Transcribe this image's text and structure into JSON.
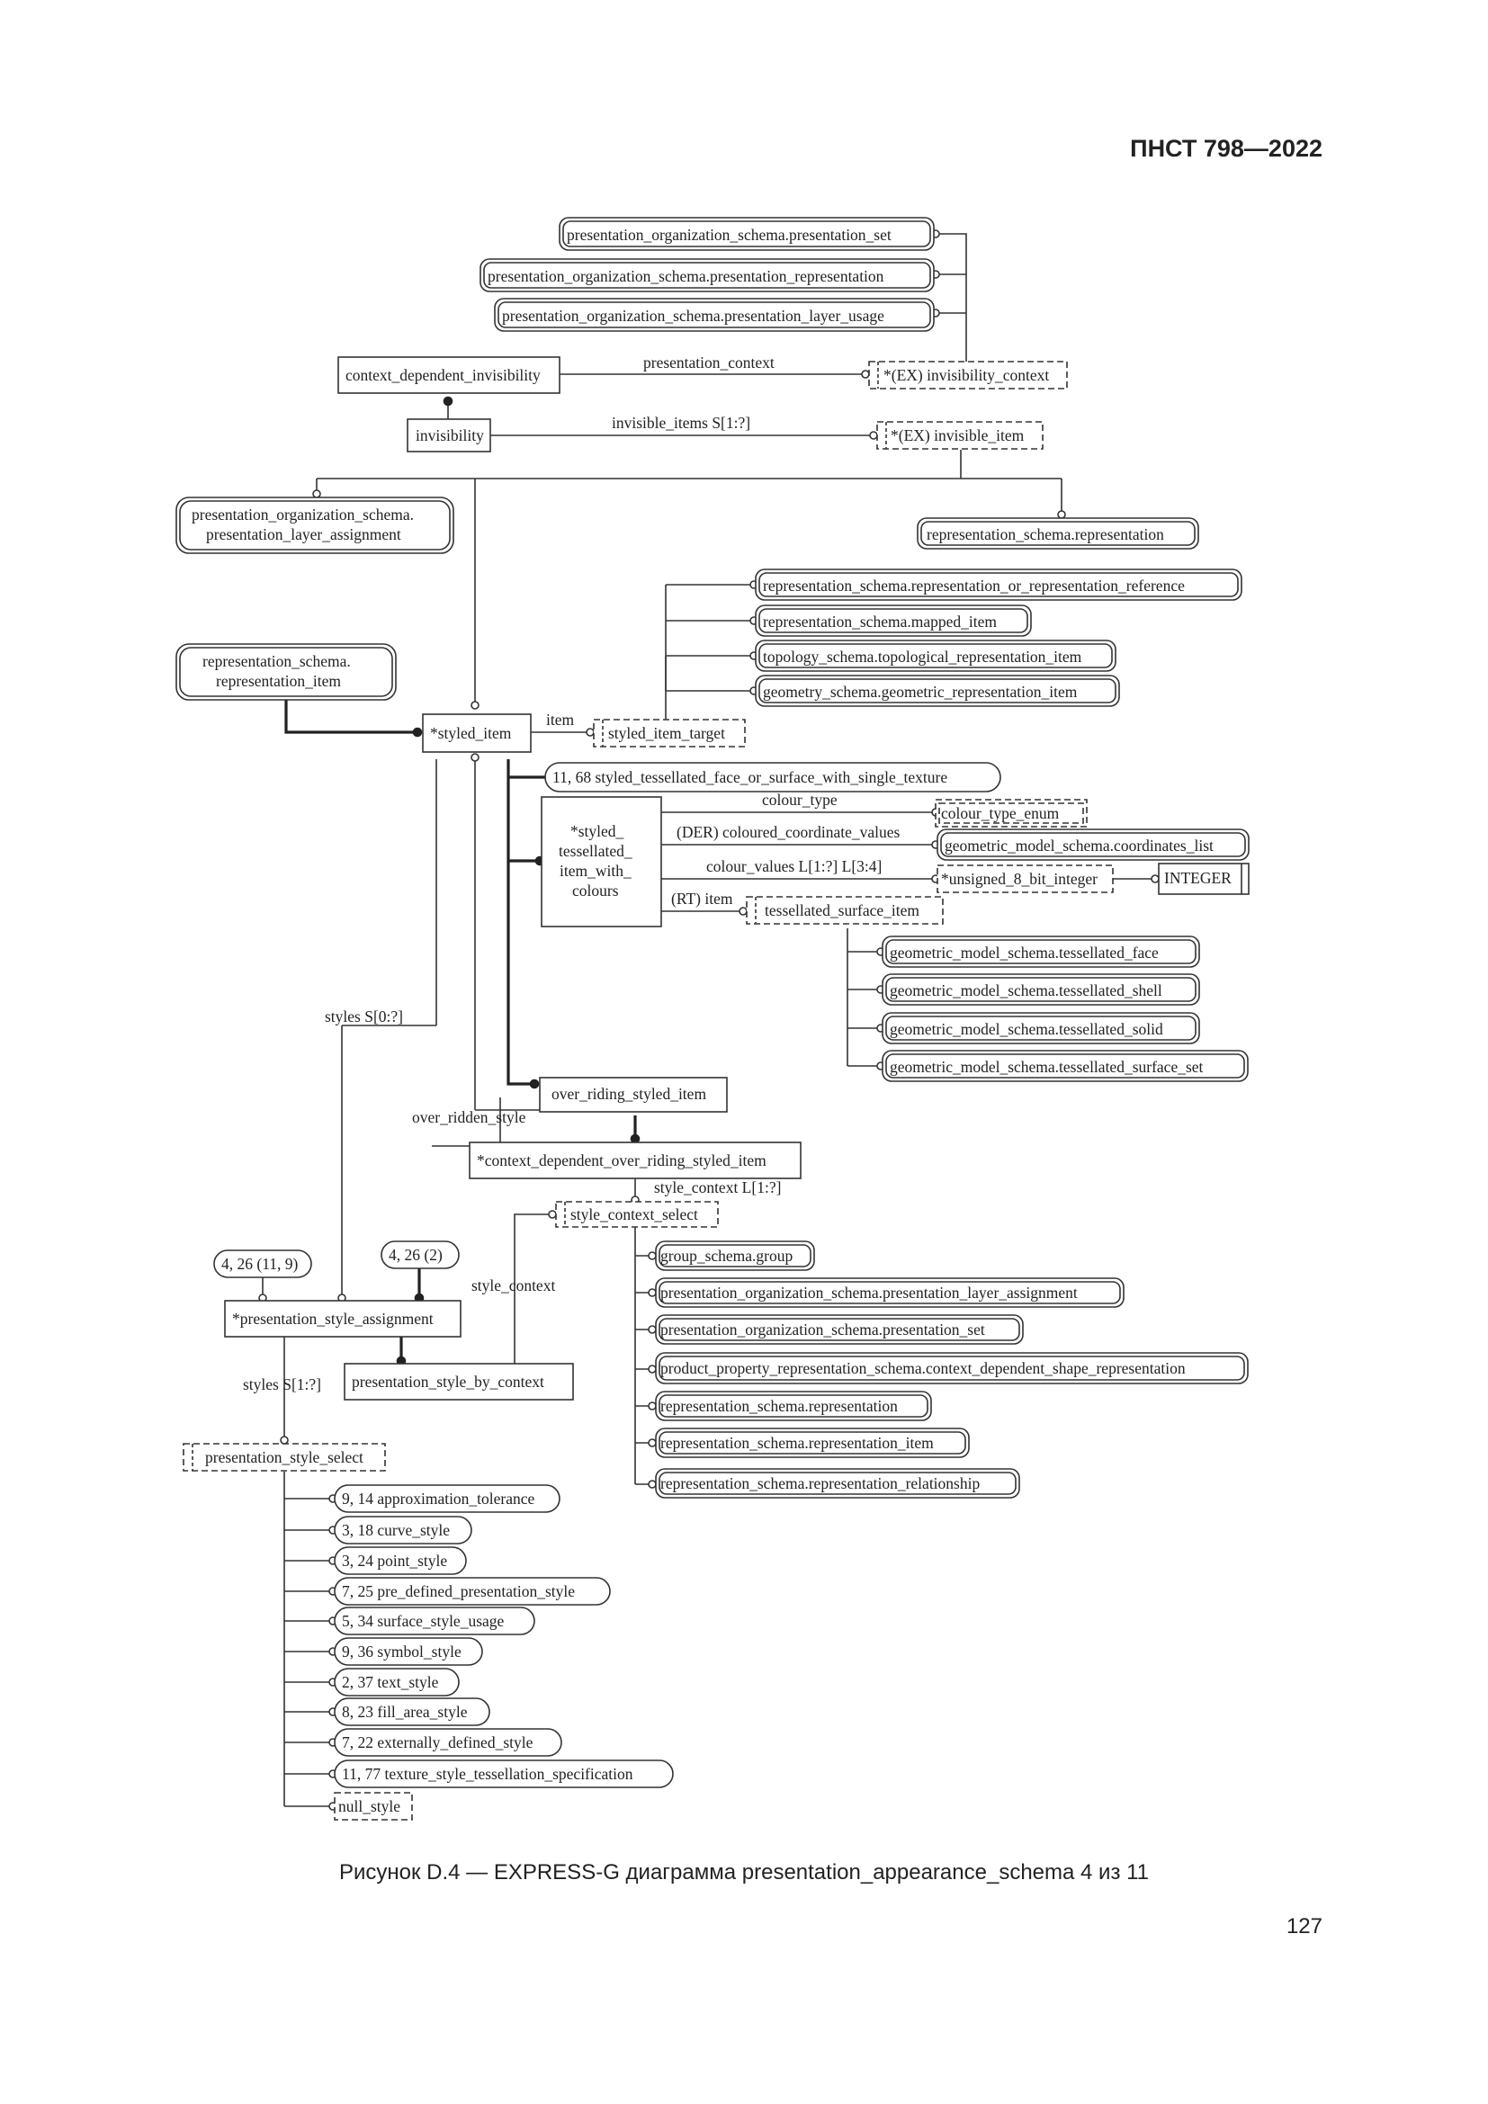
{
  "page": {
    "header": "ПНСТ 798—2022",
    "caption": "Рисунок D.4 — EXPRESS-G диаграмма presentation_appearance_schema 4 из 11",
    "page_number": "127"
  },
  "entities": {
    "context_dependent_invisibility": "context_dependent_invisibility",
    "invisibility": "invisibility",
    "styled_item": "*styled_item",
    "styled_tessellated_1": "*styled_",
    "styled_tessellated_2": "tessellated_",
    "styled_tessellated_3": "item_with_",
    "styled_tessellated_4": "colours",
    "over_riding_styled_item": "over_riding_styled_item",
    "context_dependent_over_riding_styled_item": "*context_dependent_over_riding_styled_item",
    "presentation_style_assignment": "*presentation_style_assignment",
    "presentation_style_by_context": "presentation_style_by_context"
  },
  "selects": {
    "invisibility_context": "*(EX) invisibility_context",
    "invisible_item": "*(EX) invisible_item",
    "styled_item_target": "styled_item_target",
    "colour_type_enum": "colour_type_enum",
    "unsigned_8_bit_integer": "*unsigned_8_bit_integer",
    "tessellated_surface_item": "tessellated_surface_item",
    "style_context_select": "style_context_select",
    "presentation_style_select": "presentation_style_select",
    "null_style": "null_style"
  },
  "schema_refs": {
    "pos_presentation_set": "presentation_organization_schema.presentation_set",
    "pos_presentation_representation": "presentation_organization_schema.presentation_representation",
    "pos_presentation_layer_usage": "presentation_organization_schema.presentation_layer_usage",
    "pos_layer_assignment_1": "presentation_organization_schema.",
    "pos_layer_assignment_2": "presentation_layer_assignment",
    "rs_representation": "representation_schema.representation",
    "rs_rep_or_rep_ref": "representation_schema.representation_or_representation_reference",
    "rs_mapped_item": "representation_schema.mapped_item",
    "ts_topological_item": "topology_schema.topological_representation_item",
    "gs_geometric_item": "geometry_schema.geometric_representation_item",
    "rs_rep_item_1": "representation_schema.",
    "rs_rep_item_2": "representation_item",
    "gms_coordinates_list": "geometric_model_schema.coordinates_list",
    "integer": "INTEGER",
    "gms_tessellated_face": "geometric_model_schema.tessellated_face",
    "gms_tessellated_shell": "geometric_model_schema.tessellated_shell",
    "gms_tessellated_solid": "geometric_model_schema.tessellated_solid",
    "gms_tessellated_surface_set": "geometric_model_schema.tessellated_surface_set",
    "group_schema_group": "group_schema.group",
    "pos_layer_assignment_full": "presentation_organization_schema.presentation_layer_assignment",
    "pos_presentation_set_2": "presentation_organization_schema.presentation_set",
    "pprs_context_dependent": "product_property_representation_schema.context_dependent_shape_representation",
    "rs_representation_2": "representation_schema.representation",
    "rs_representation_item": "representation_schema.representation_item",
    "rs_representation_relationship": "representation_schema.representation_relationship"
  },
  "page_refs": {
    "styled_tessellated_face": "11, 68 styled_tessellated_face_or_surface_with_single_texture",
    "ref_4_26_11_9": "4, 26 (11, 9)",
    "ref_4_26_2": "4, 26 (2)",
    "approximation_tolerance": "9, 14 approximation_tolerance",
    "curve_style": "3, 18 curve_style",
    "point_style": "3, 24 point_style",
    "pre_defined_presentation_style": "7, 25 pre_defined_presentation_style",
    "surface_style_usage": "5, 34 surface_style_usage",
    "symbol_style": "9, 36 symbol_style",
    "text_style": "2, 37 text_style",
    "fill_area_style": "8, 23 fill_area_style",
    "externally_defined_style": "7, 22 externally_defined_style",
    "texture_style_tessellation": "11, 77 texture_style_tessellation_specification"
  },
  "labels": {
    "presentation_context": "presentation_context",
    "invisible_items": "invisible_items S[1:?]",
    "item": "item",
    "colour_type": "colour_type",
    "coloured_coordinate_values": "(DER) coloured_coordinate_values",
    "colour_values": "colour_values L[1:?] L[3:4]",
    "rt_item": "(RT) item",
    "styles_0": "styles S[0:?]",
    "over_ridden_style": "over_ridden_style",
    "style_context_list": "style_context L[1:?]",
    "style_context": "style_context",
    "styles_1": "styles S[1:?]"
  }
}
